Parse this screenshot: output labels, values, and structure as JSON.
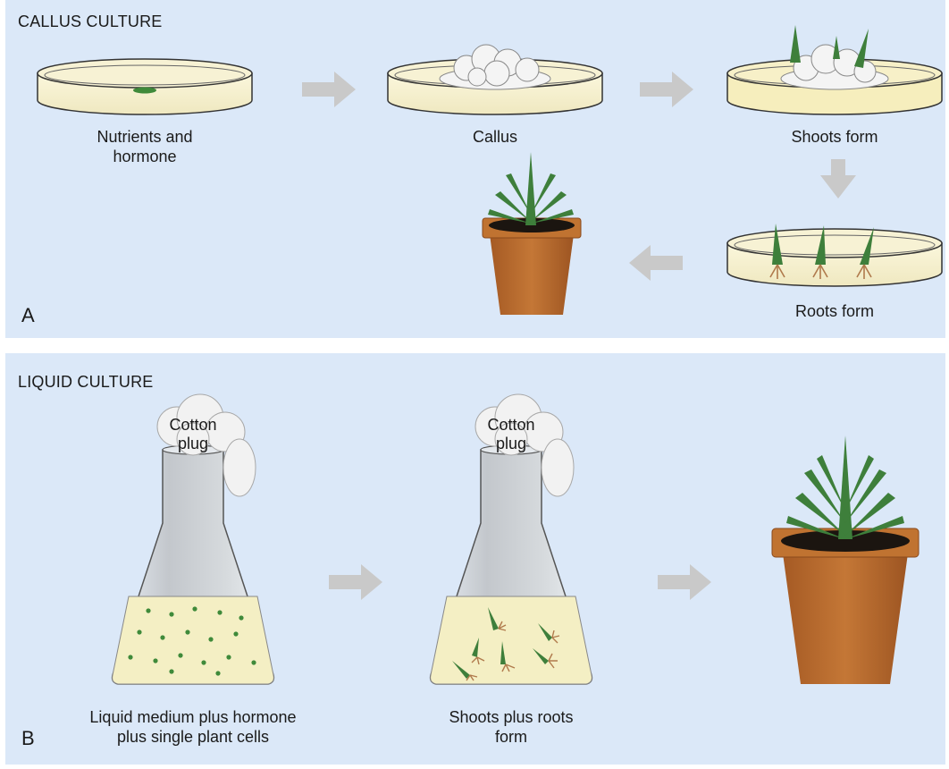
{
  "panel_a": {
    "title": "CALLUS CULTURE",
    "letter": "A",
    "steps": {
      "nutrients": "Nutrients and\nhormone",
      "callus": "Callus",
      "shoots": "Shoots form",
      "roots": "Roots form"
    }
  },
  "panel_b": {
    "title": "LIQUID CULTURE",
    "letter": "B",
    "flask1": {
      "plug": "Cotton\nplug",
      "caption": "Liquid medium plus hormone\nplus single plant cells"
    },
    "flask2": {
      "plug": "Cotton\nplug",
      "caption": "Shoots plus roots\nform"
    }
  },
  "colors": {
    "panel_bg": "#dbe8f8",
    "medium": "#f6f0c4",
    "arrow": "#c9c9c9",
    "pot": "#b8692f",
    "leaf": "#3e7f3b"
  }
}
